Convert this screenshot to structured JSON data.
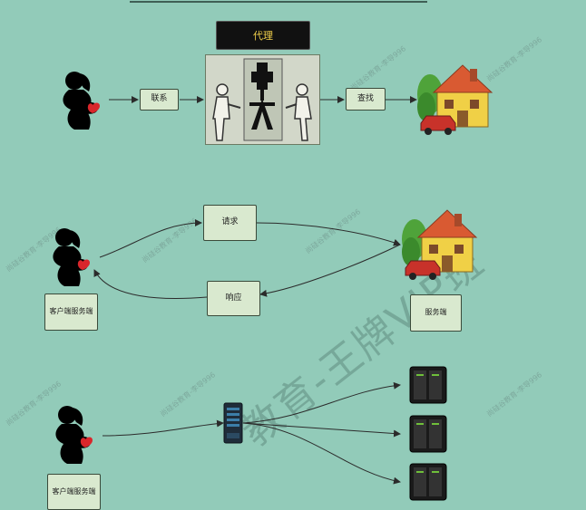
{
  "proxy_label": "代理",
  "flow1": {
    "contact_label": "联系",
    "find_label": "查找"
  },
  "flow2": {
    "request_label": "请求",
    "response_label": "响应",
    "client_label": "客户端服务端",
    "server_label": "服务端"
  },
  "flow3": {
    "client_label": "客户端服务端"
  },
  "watermarks": {
    "big": "教育-王牌VIP班",
    "small": "尚硅谷教育-李导996"
  },
  "colors": {
    "background": "#92cbb9",
    "box_fill": "#d9e9cf",
    "arrow": "#2b2b2b"
  },
  "icons": [
    "woman-silhouette-icon",
    "house-icon",
    "agent-icon",
    "router-icon",
    "server-icon"
  ]
}
